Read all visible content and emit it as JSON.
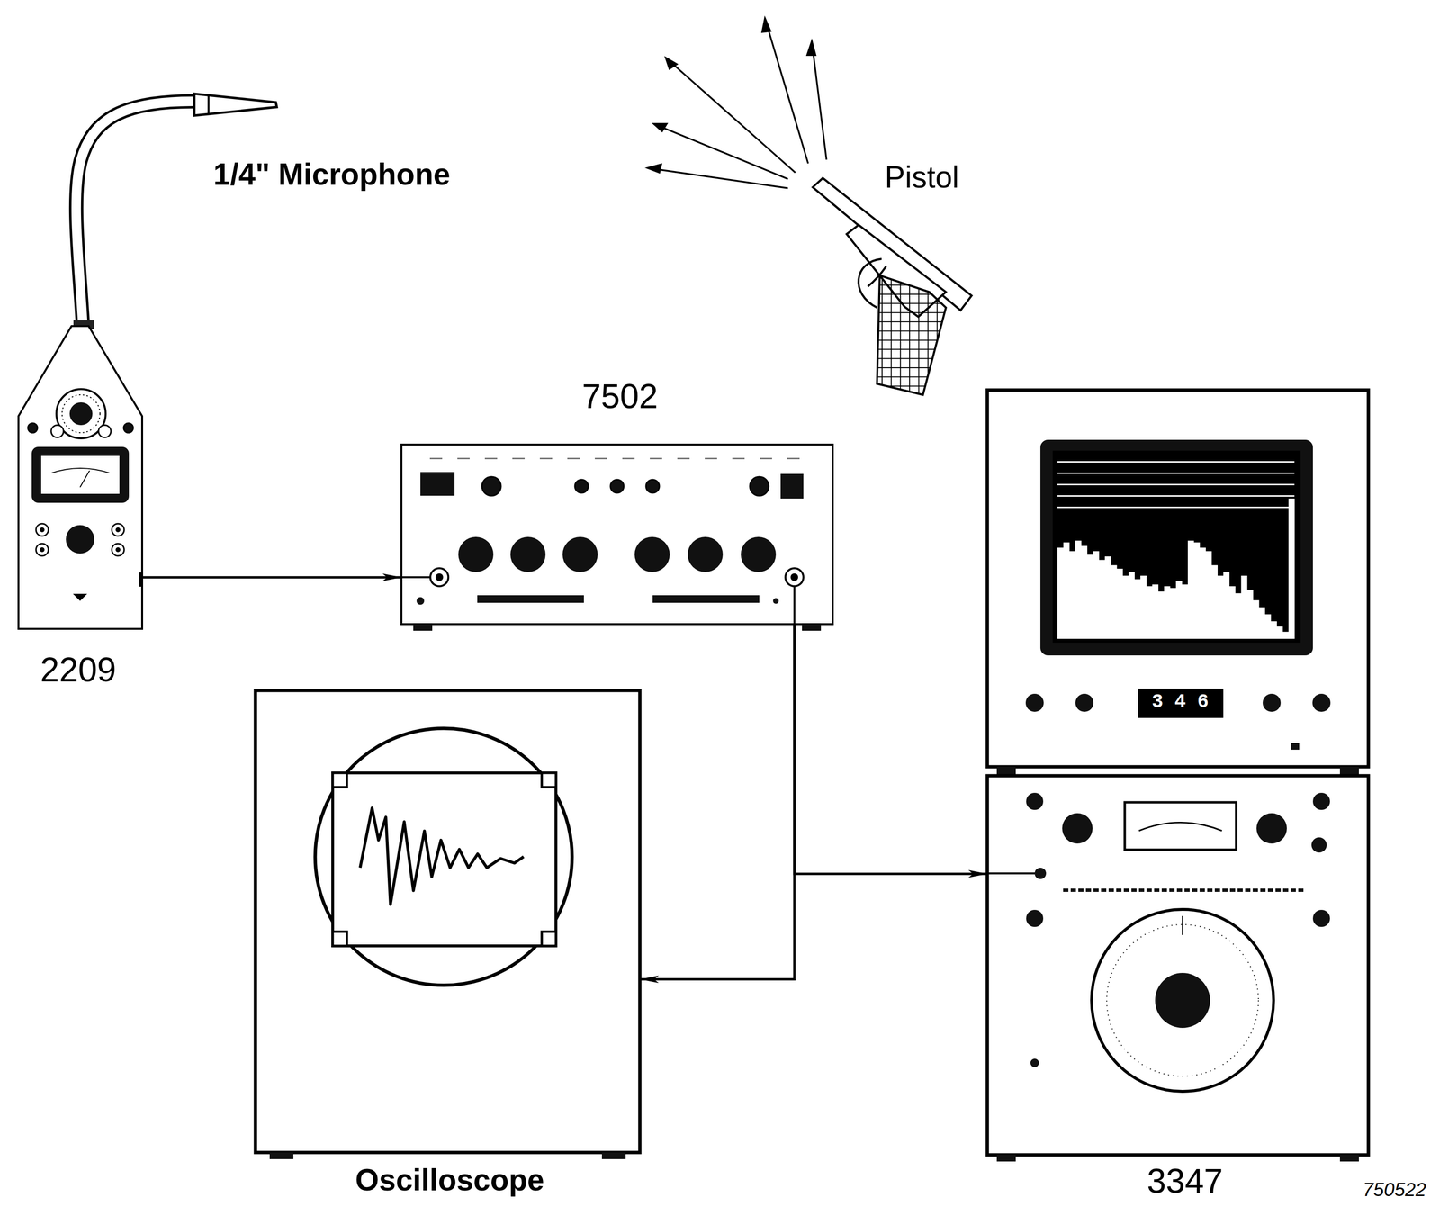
{
  "diagram": {
    "nodes": [
      {
        "text": [
          "2209"
        ]
      },
      {
        "text": [
          "7502"
        ]
      },
      {
        "text": [
          "Oscilloscope"
        ]
      },
      {
        "text": [
          "3347"
        ]
      }
    ],
    "edges": [
      {
        "from": 0,
        "to": 1,
        "arrow": "to"
      },
      {
        "from": 1,
        "to": 2,
        "arrow": "to"
      },
      {
        "from": 1,
        "to": 3,
        "arrow": "to"
      }
    ],
    "labels": [
      "1/4\" Microphone",
      "Pistol",
      "3 4 6",
      "750522"
    ]
  }
}
